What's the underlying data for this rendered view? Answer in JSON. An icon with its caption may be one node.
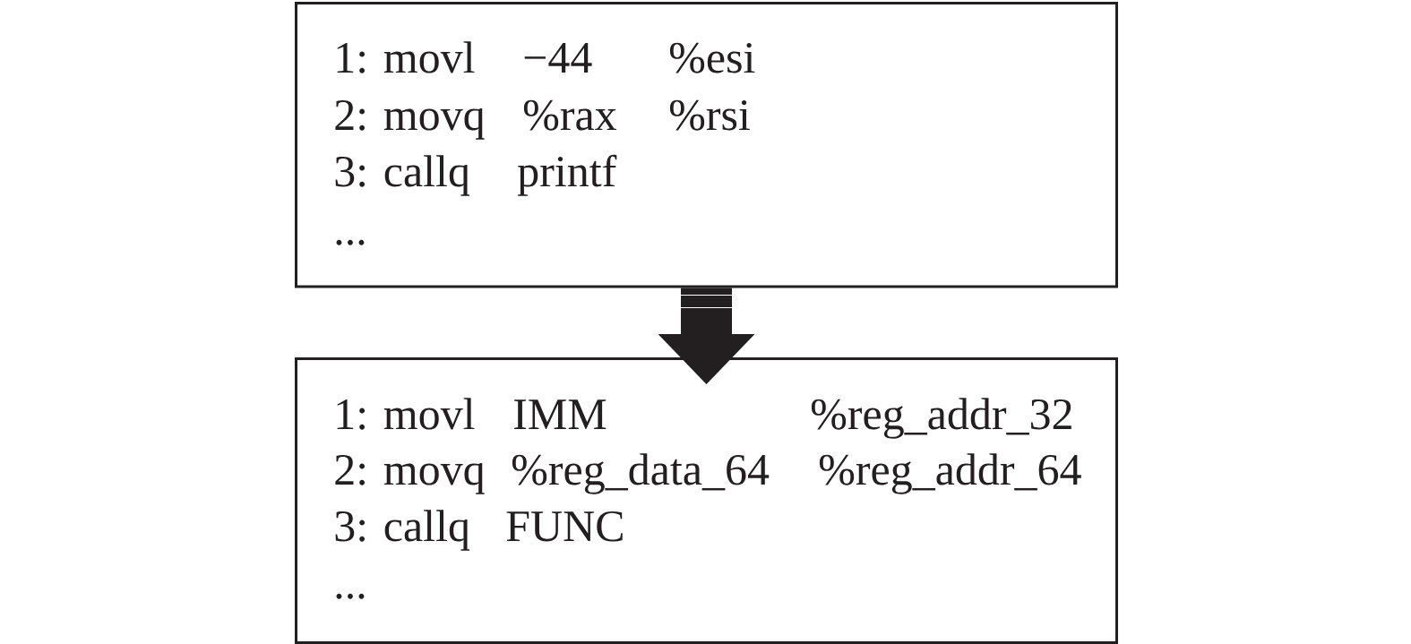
{
  "diagram": {
    "nodes": [
      {
        "text": [
          "1: movl",
          "−44",
          "%esi",
          "2: movq",
          "%rax",
          "%rsi",
          "3: callq",
          "printf",
          "..."
        ]
      },
      {
        "text": [
          "1: movl",
          "IMM",
          "%reg_addr_32",
          "2: movq",
          "%reg_data_64",
          "%reg_addr_64",
          "3: callq",
          "FUNC",
          "..."
        ]
      }
    ],
    "edges": [
      {
        "from": 0,
        "to": 1,
        "arrow": "to",
        "style": "thick"
      }
    ]
  }
}
